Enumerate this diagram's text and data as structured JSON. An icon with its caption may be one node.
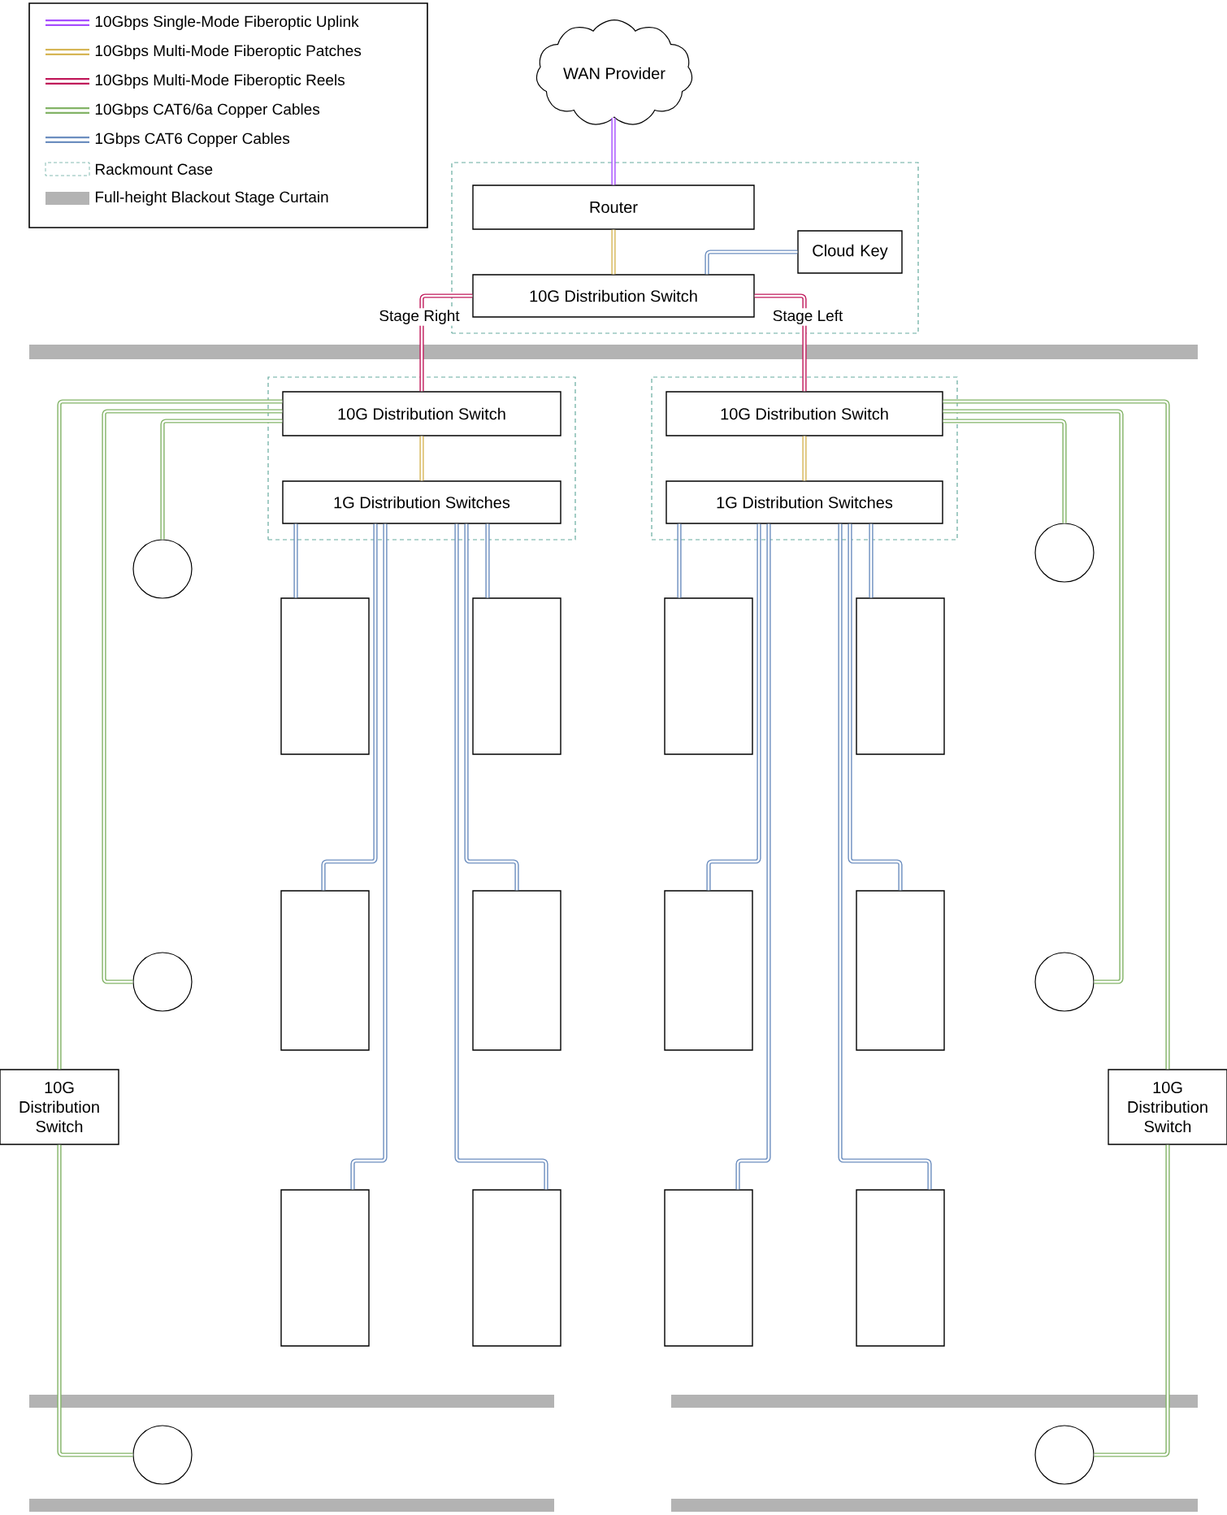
{
  "diagram": {
    "nodes": [
      {
        "text": [
          "WAN Provider"
        ]
      },
      {
        "text": [],
        "shape": "box"
      },
      {
        "text": [
          "Router"
        ],
        "in": 1
      },
      {
        "text": [
          "Cloud Key"
        ],
        "in": 1
      },
      {
        "text": [
          "10G Distribution Switch"
        ],
        "in": 1
      },
      {
        "text": [],
        "shape": "box"
      },
      {
        "text": [
          "10G Distribution Switch"
        ],
        "in": 5
      },
      {
        "text": [
          "1G Distribution Switches"
        ],
        "in": 5
      },
      {
        "text": [],
        "shape": "box"
      },
      {
        "text": [
          "10G Distribution Switch"
        ],
        "in": 8
      },
      {
        "text": [
          "1G Distribution Switches"
        ],
        "in": 8
      },
      {
        "text": [],
        "shape": "box"
      },
      {
        "text": [],
        "shape": "box"
      },
      {
        "text": [],
        "shape": "box"
      },
      {
        "text": [],
        "shape": "box"
      },
      {
        "text": [],
        "shape": "box"
      },
      {
        "text": [],
        "shape": "box"
      },
      {
        "text": [],
        "shape": "box"
      },
      {
        "text": [],
        "shape": "box"
      },
      {
        "text": [],
        "shape": "box"
      },
      {
        "text": [],
        "shape": "box"
      },
      {
        "text": [],
        "shape": "box"
      },
      {
        "text": [],
        "shape": "box"
      },
      {
        "text": [],
        "shape": "circle"
      },
      {
        "text": [],
        "shape": "circle"
      },
      {
        "text": [],
        "shape": "circle"
      },
      {
        "text": [],
        "shape": "circle"
      },
      {
        "text": [],
        "shape": "circle"
      },
      {
        "text": [],
        "shape": "circle"
      },
      {
        "text": [
          "10G Distribution Switch"
        ]
      },
      {
        "text": [
          "10G Distribution Switch"
        ]
      }
    ],
    "edges": [
      {
        "from": 0,
        "to": 2,
        "arrow": "none",
        "color": "#a64dff"
      },
      {
        "from": 2,
        "to": 4,
        "arrow": "none",
        "color": "#d6b656"
      },
      {
        "from": 3,
        "to": 4,
        "arrow": "none"
      },
      {
        "from": 4,
        "to": 6,
        "arrow": "none",
        "label": "Stage Right",
        "color": "#c0185a"
      },
      {
        "from": 4,
        "to": 9,
        "arrow": "none",
        "label": "Stage Left",
        "color": "#c0185a"
      },
      {
        "from": 6,
        "to": 7,
        "arrow": "none",
        "color": "#d6b656"
      },
      {
        "from": 9,
        "to": 10,
        "arrow": "none",
        "color": "#d6b656"
      },
      {
        "from": 7,
        "to": 11,
        "arrow": "none"
      },
      {
        "from": 7,
        "to": 15,
        "arrow": "none"
      },
      {
        "from": 7,
        "to": 19,
        "arrow": "none"
      },
      {
        "from": 7,
        "to": 12,
        "arrow": "none"
      },
      {
        "from": 7,
        "to": 16,
        "arrow": "none"
      },
      {
        "from": 7,
        "to": 20,
        "arrow": "none"
      },
      {
        "from": 10,
        "to": 13,
        "arrow": "none"
      },
      {
        "from": 10,
        "to": 17,
        "arrow": "none"
      },
      {
        "from": 10,
        "to": 21,
        "arrow": "none"
      },
      {
        "from": 10,
        "to": 14,
        "arrow": "none"
      },
      {
        "from": 10,
        "to": 18,
        "arrow": "none"
      },
      {
        "from": 10,
        "to": 22,
        "arrow": "none"
      },
      {
        "from": 6,
        "to": 29,
        "arrow": "none",
        "color": "#82b366"
      },
      {
        "from": 6,
        "to": 25,
        "arrow": "none",
        "color": "#82b366"
      },
      {
        "from": 6,
        "to": 23,
        "arrow": "none",
        "color": "#82b366"
      },
      {
        "from": 29,
        "to": 27,
        "arrow": "none",
        "color": "#82b366"
      },
      {
        "from": 9,
        "to": 30,
        "arrow": "none",
        "color": "#82b366"
      },
      {
        "from": 9,
        "to": 26,
        "arrow": "none",
        "color": "#82b366"
      },
      {
        "from": 9,
        "to": 24,
        "arrow": "none",
        "color": "#82b366"
      },
      {
        "from": 30,
        "to": 28,
        "arrow": "none",
        "color": "#82b366"
      }
    ],
    "legend": [
      {
        "text": "10Gbps Single-Mode Fiberoptic Uplink",
        "color": "#a64dff"
      },
      {
        "text": "10Gbps Multi-Mode Fiberoptic Patches",
        "color": "#d6b656"
      },
      {
        "text": "10Gbps Multi-Mode Fiberoptic Reels",
        "color": "#c0185a"
      },
      {
        "text": "10Gbps CAT6/6a Copper Cables",
        "color": "#82b366"
      },
      {
        "text": "1Gbps CAT6 Copper Cables",
        "color": "#6c8ebf"
      },
      {
        "text": "Rackmount Case"
      },
      {
        "text": "Full-height Blackout Stage Curtain",
        "color": "#b3b3b3"
      }
    ]
  }
}
